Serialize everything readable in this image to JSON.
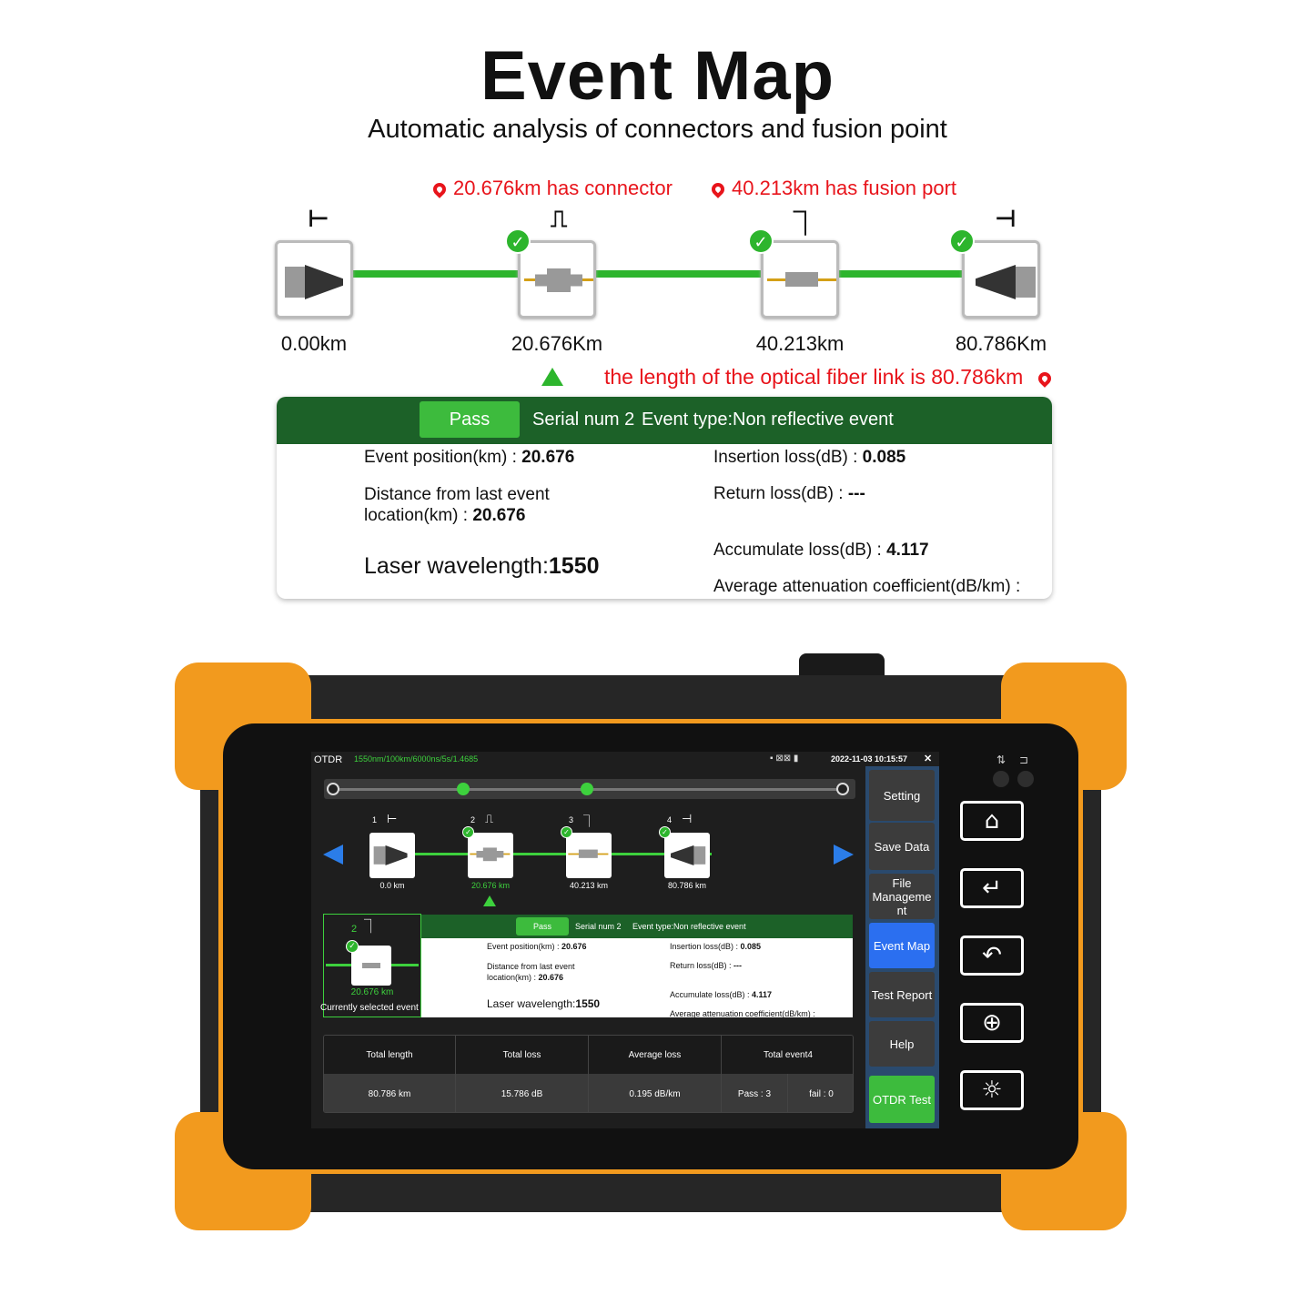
{
  "title": "Event Map",
  "subtitle": "Automatic analysis of connectors and fusion point",
  "annotations": {
    "connector": "20.676km has connector",
    "fusion": "40.213km has fusion port",
    "link_length": "the length of the optical fiber link is 80.786km"
  },
  "events": [
    {
      "glyph": "⊢",
      "type": "start",
      "km": "0.00km",
      "screen_km": "0.0 km",
      "num": "1",
      "pass": false
    },
    {
      "glyph": "⎍",
      "type": "connector",
      "km": "20.676Km",
      "screen_km": "20.676 km",
      "num": "2",
      "pass": true
    },
    {
      "glyph": "⏋",
      "type": "fusion",
      "km": "40.213km",
      "screen_km": "40.213 km",
      "num": "3",
      "pass": true
    },
    {
      "glyph": "⊣",
      "type": "end",
      "km": "80.786Km",
      "screen_km": "80.786 km",
      "num": "4",
      "pass": true
    }
  ],
  "card": {
    "pass": "Pass",
    "serial": "Serial num 2",
    "event_type": "Event type:Non reflective event",
    "event_position_label": "Event position(km) : ",
    "event_position": "20.676",
    "distance_label1": "Distance from last event",
    "distance_label2": "location(km) : ",
    "distance": "20.676",
    "laser_label": "Laser wavelength:",
    "laser": "1550",
    "insertion_label": "Insertion loss(dB) : ",
    "insertion": "0.085",
    "return_label": "Return loss(dB) : ",
    "return": "---",
    "accumulate_label": "Accumulate loss(dB) : ",
    "accumulate": "4.117",
    "avg_att_label": "Average attenuation coefficient(dB/km) :"
  },
  "screen": {
    "mode": "OTDR",
    "params": "1550nm/100km/6000ns/5s/1.4685",
    "datetime": "2022-11-03 10:15:57",
    "selected_num": "2",
    "selected_km": "20.676 km",
    "selected_caption": "Currently selected event",
    "table": {
      "headers": [
        "Total length",
        "Total loss",
        "Average loss",
        "Total event4"
      ],
      "values": [
        "80.786 km",
        "15.786 dB",
        "0.195 dB/km"
      ],
      "pass": "Pass : 3",
      "fail": "fail : 0"
    },
    "menu": [
      "Setting",
      "Save Data",
      "File Manageme nt",
      "Event Map",
      "Test Report",
      "Help",
      "OTDR Test"
    ],
    "active_menu": "Event Map"
  },
  "hw_buttons": [
    "home-icon",
    "enter-icon",
    "back-icon",
    "zoom-icon",
    "light-icon"
  ],
  "colors": {
    "green": "#2db52d",
    "red": "#e8141b",
    "orange": "#f29a1e",
    "header_green": "#1c6128",
    "blue": "#2b7de9"
  }
}
